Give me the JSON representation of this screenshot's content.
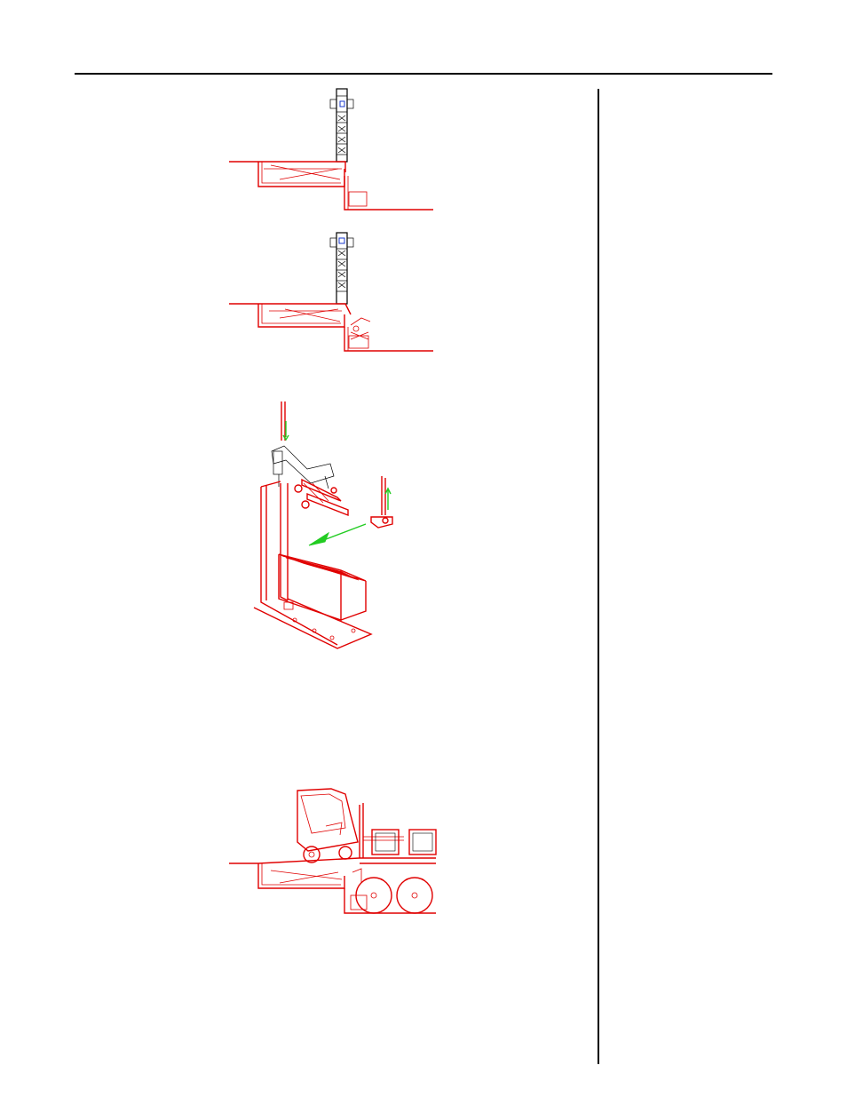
{
  "page": {
    "figures": [
      {
        "id": "fig-1",
        "description_name": "dock-leveler-with-door-closed"
      },
      {
        "id": "fig-2",
        "description_name": "dock-leveler-with-lip-extended"
      },
      {
        "id": "fig-3",
        "description_name": "lip-assembly-isometric"
      },
      {
        "id": "fig-4",
        "description_name": "forklift-on-dock-leveler-with-truck"
      }
    ],
    "colors": {
      "drawing_lines": "#e00000",
      "door_lines": "#000000",
      "arrows": "#22cc22",
      "accent": "#1a3acc"
    }
  }
}
